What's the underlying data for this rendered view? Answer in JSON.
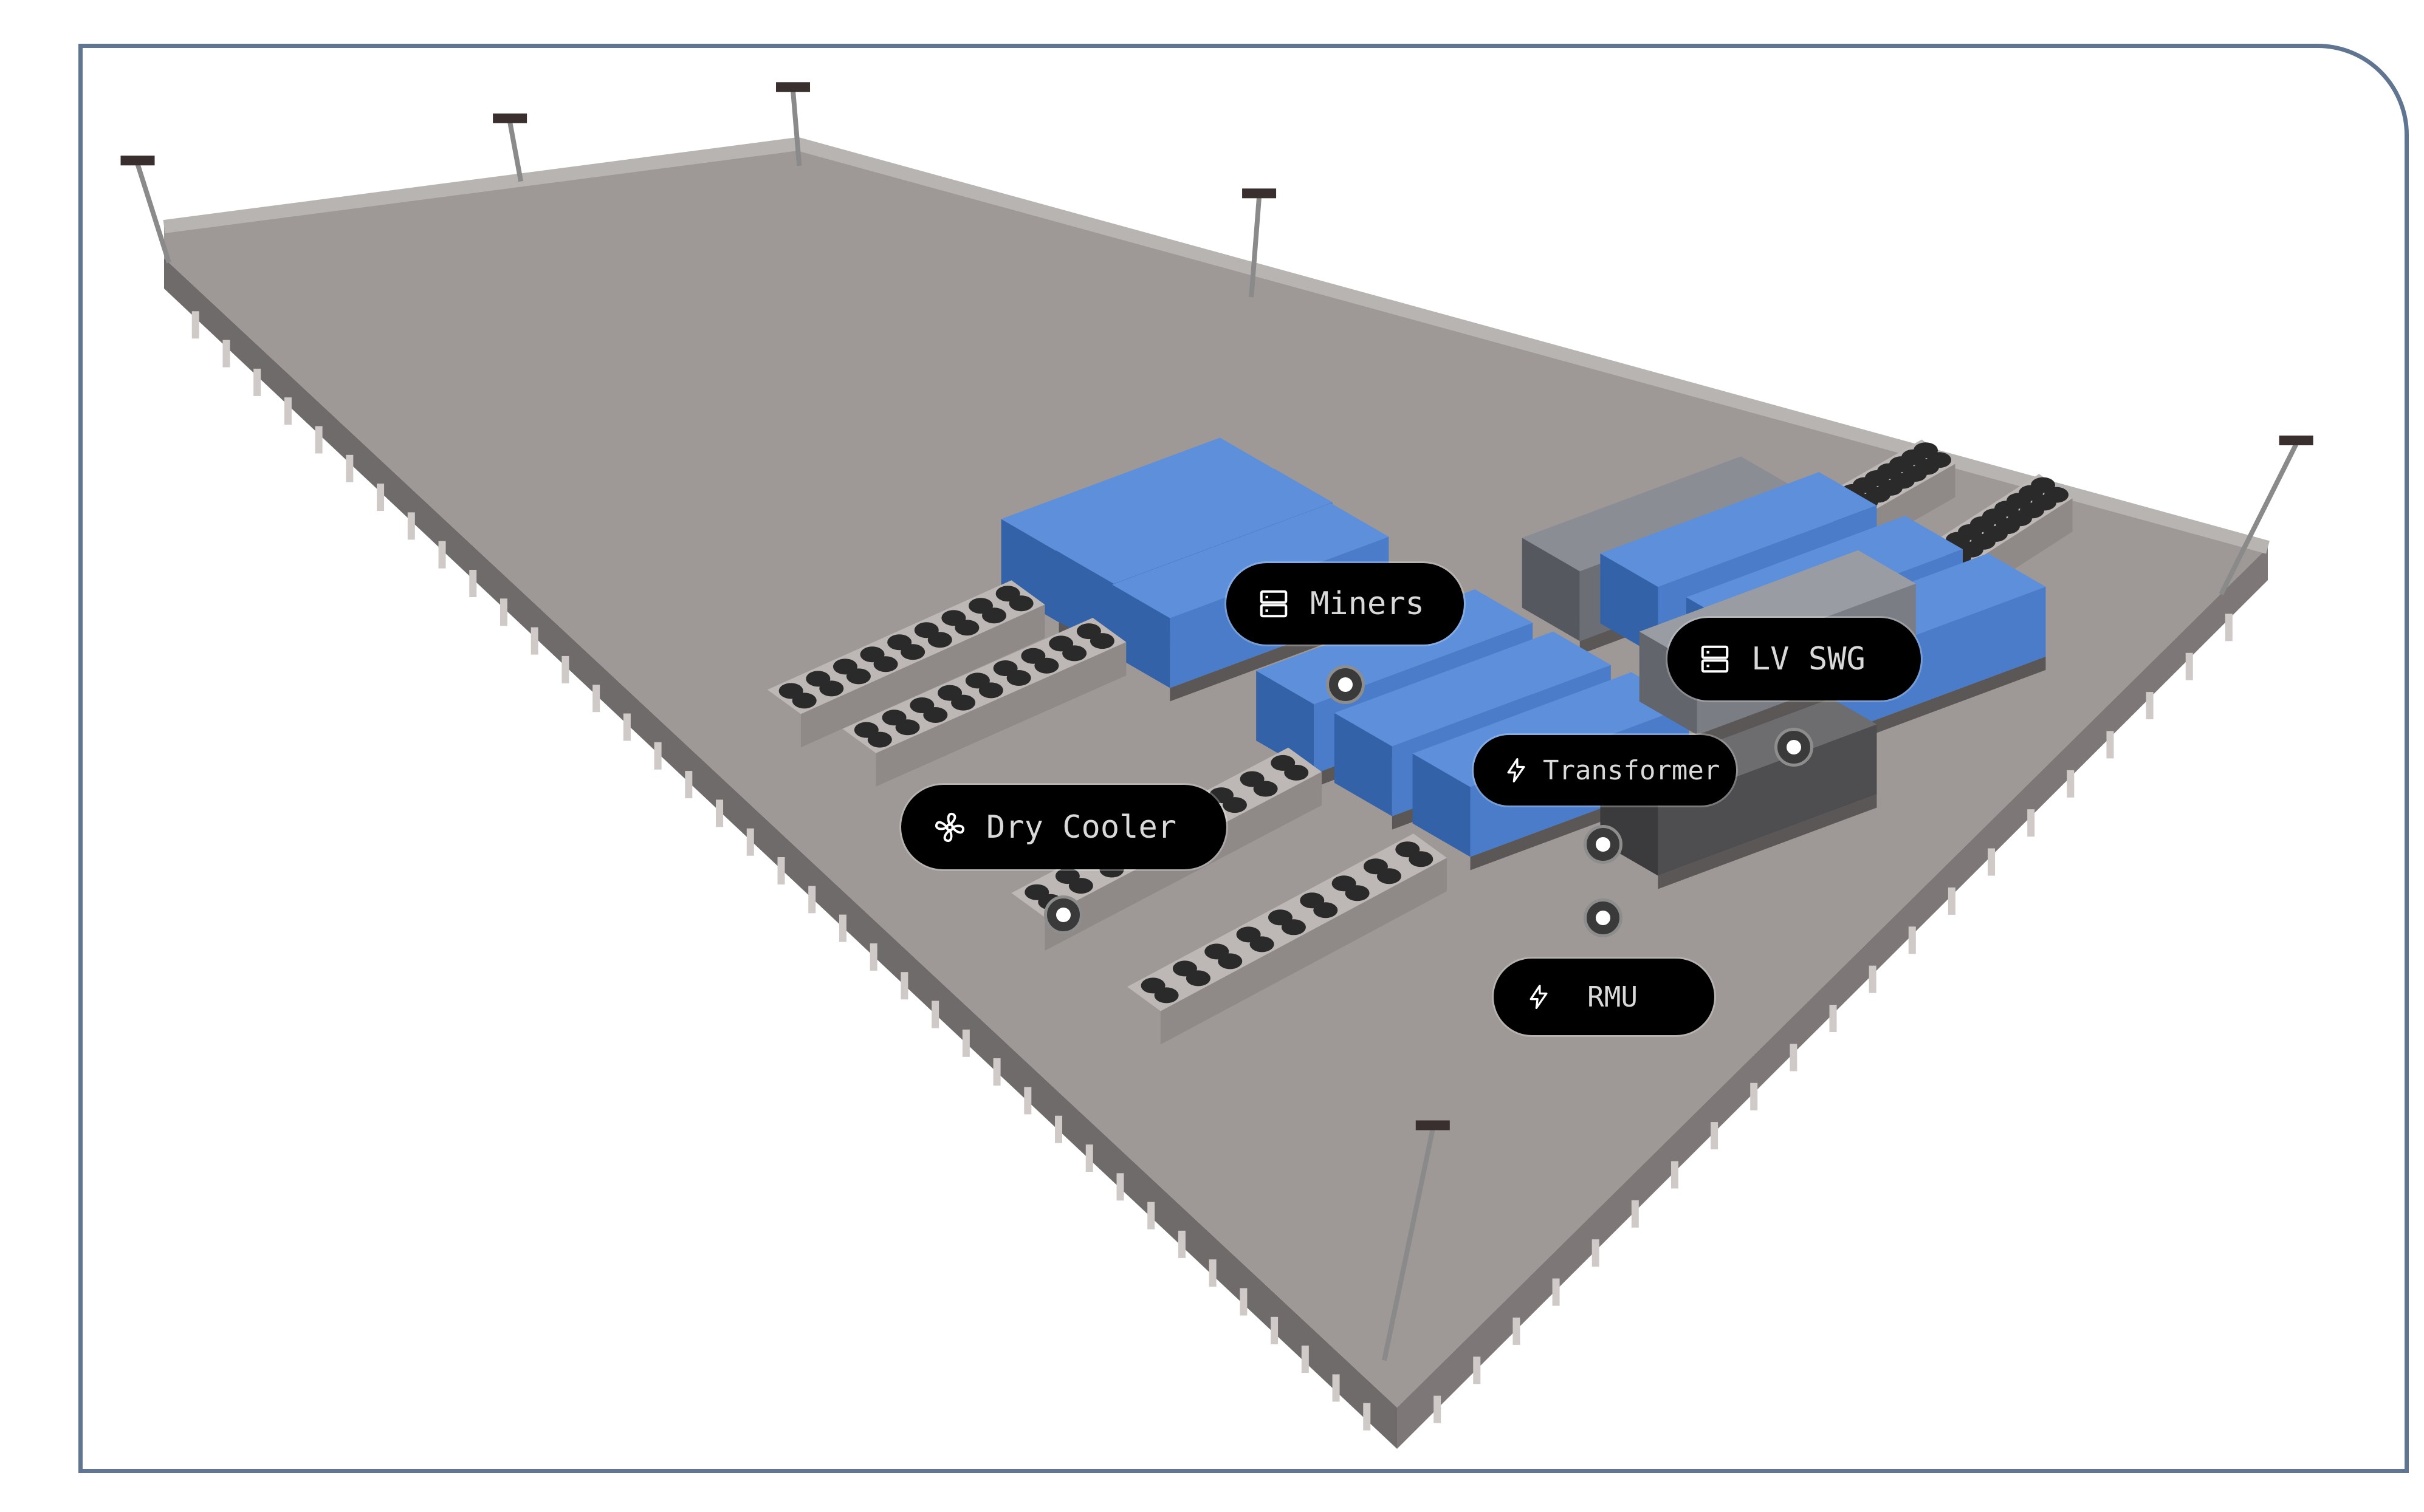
{
  "scene": {
    "colors": {
      "frame": "#5f7591",
      "ground": "#9e9896",
      "ground_side": "#6f6b6a",
      "container": "#4a7cc9",
      "container_top": "#5d8fda",
      "container_side": "#3462a8",
      "cooler": "#bdb8b6",
      "fan": "#2a2a2a",
      "label_bg": "#000000",
      "label_text": "#d9d9d9"
    }
  },
  "labels": [
    {
      "id": "miners",
      "text": "Miners",
      "icon": "server-icon"
    },
    {
      "id": "lv-swg",
      "text": "LV SWG",
      "icon": "server-icon"
    },
    {
      "id": "transformer",
      "text": "Transformer",
      "icon": "lightning-icon"
    },
    {
      "id": "dry-cooler",
      "text": "Dry Cooler",
      "icon": "fan-icon"
    },
    {
      "id": "rmu",
      "text": "RMU",
      "icon": "lightning-icon"
    }
  ]
}
